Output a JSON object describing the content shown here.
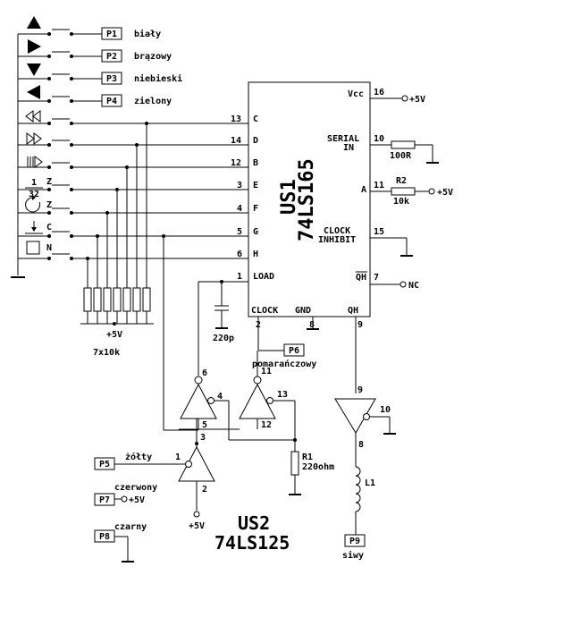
{
  "ports": {
    "p1": {
      "label": "P1",
      "wire": "biały"
    },
    "p2": {
      "label": "P2",
      "wire": "brązowy"
    },
    "p3": {
      "label": "P3",
      "wire": "niebieski"
    },
    "p4": {
      "label": "P4",
      "wire": "zielony"
    },
    "p5": {
      "label": "P5",
      "wire": "żółty"
    },
    "p6": {
      "label": "P6",
      "wire": "pomarańczowy"
    },
    "p7": {
      "label": "P7",
      "wire": "czerwony"
    },
    "p8": {
      "label": "P8",
      "wire": "czarny"
    },
    "p9": {
      "label": "P9",
      "wire": "siwy"
    }
  },
  "us1": {
    "name": "US1",
    "part": "74LS165",
    "pins": {
      "c": "C",
      "d": "D",
      "b": "B",
      "e": "E",
      "f": "F",
      "g": "G",
      "h": "H",
      "load": "LOAD",
      "clock": "CLOCK",
      "gnd": "GND",
      "qh": "QH",
      "qh_bar": "QH",
      "vcc": "Vcc",
      "serial_in_1": "SERIAL",
      "serial_in_2": "IN",
      "a": "A",
      "clock_inhibit_1": "CLOCK",
      "clock_inhibit_2": "INHIBIT"
    },
    "pin_numbers": {
      "c": "13",
      "d": "14",
      "b": "12",
      "e": "3",
      "f": "4",
      "g": "5",
      "h": "6",
      "load": "1",
      "clock": "2",
      "gnd": "8",
      "qh": "9",
      "vcc": "16",
      "serial_in": "10",
      "a": "11",
      "clock_inhibit": "15",
      "qh_bar": "7"
    }
  },
  "us2": {
    "name": "US2",
    "part": "74LS125"
  },
  "labels": {
    "plus5v": "+5V",
    "nc": "NC",
    "r_100": "100R",
    "r2_name": "R2",
    "r2_value": "10k",
    "c_220p": "220p",
    "res_array": "7x10k",
    "r1_name": "R1",
    "r1_value": "220ohm",
    "l1": "L1",
    "fraction_num": "1",
    "fraction_den": "32",
    "z1": "Z",
    "z2": "Z",
    "c": "C",
    "n": "N"
  },
  "gate_pins": {
    "g1_out": "6",
    "g1_in": "5",
    "g1_en": "4",
    "g2_out": "11",
    "g2_in": "12",
    "g2_en": "13",
    "g3_out": "3",
    "g3_in": "2",
    "g3_en": "1",
    "g4_in": "9",
    "g4_out": "8",
    "g4_en": "10"
  }
}
